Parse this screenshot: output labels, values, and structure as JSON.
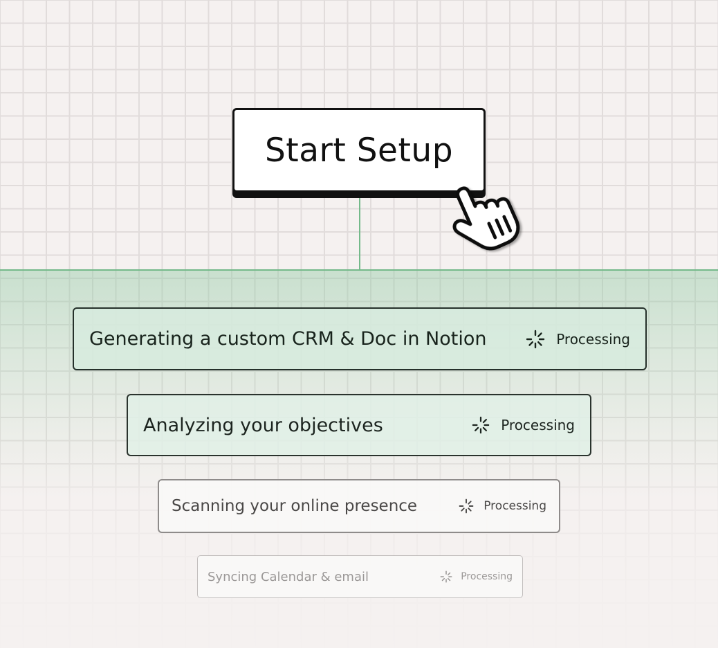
{
  "start_button": {
    "label": "Start Setup"
  },
  "steps": [
    {
      "label": "Generating a custom CRM & Doc in Notion",
      "status": "Processing",
      "status_icon": "spinner-icon"
    },
    {
      "label": "Analyzing your objectives",
      "status": "Processing",
      "status_icon": "spinner-icon"
    },
    {
      "label": "Scanning your online presence",
      "status": "Processing",
      "status_icon": "spinner-icon"
    },
    {
      "label": "Syncing Calendar & email",
      "status": "Processing",
      "status_icon": "spinner-icon"
    }
  ],
  "icons": {
    "cursor": "hand-pointer-icon"
  },
  "colors": {
    "accent_green": "#74b98a",
    "ink": "#111111",
    "background": "#f5f1f0"
  }
}
